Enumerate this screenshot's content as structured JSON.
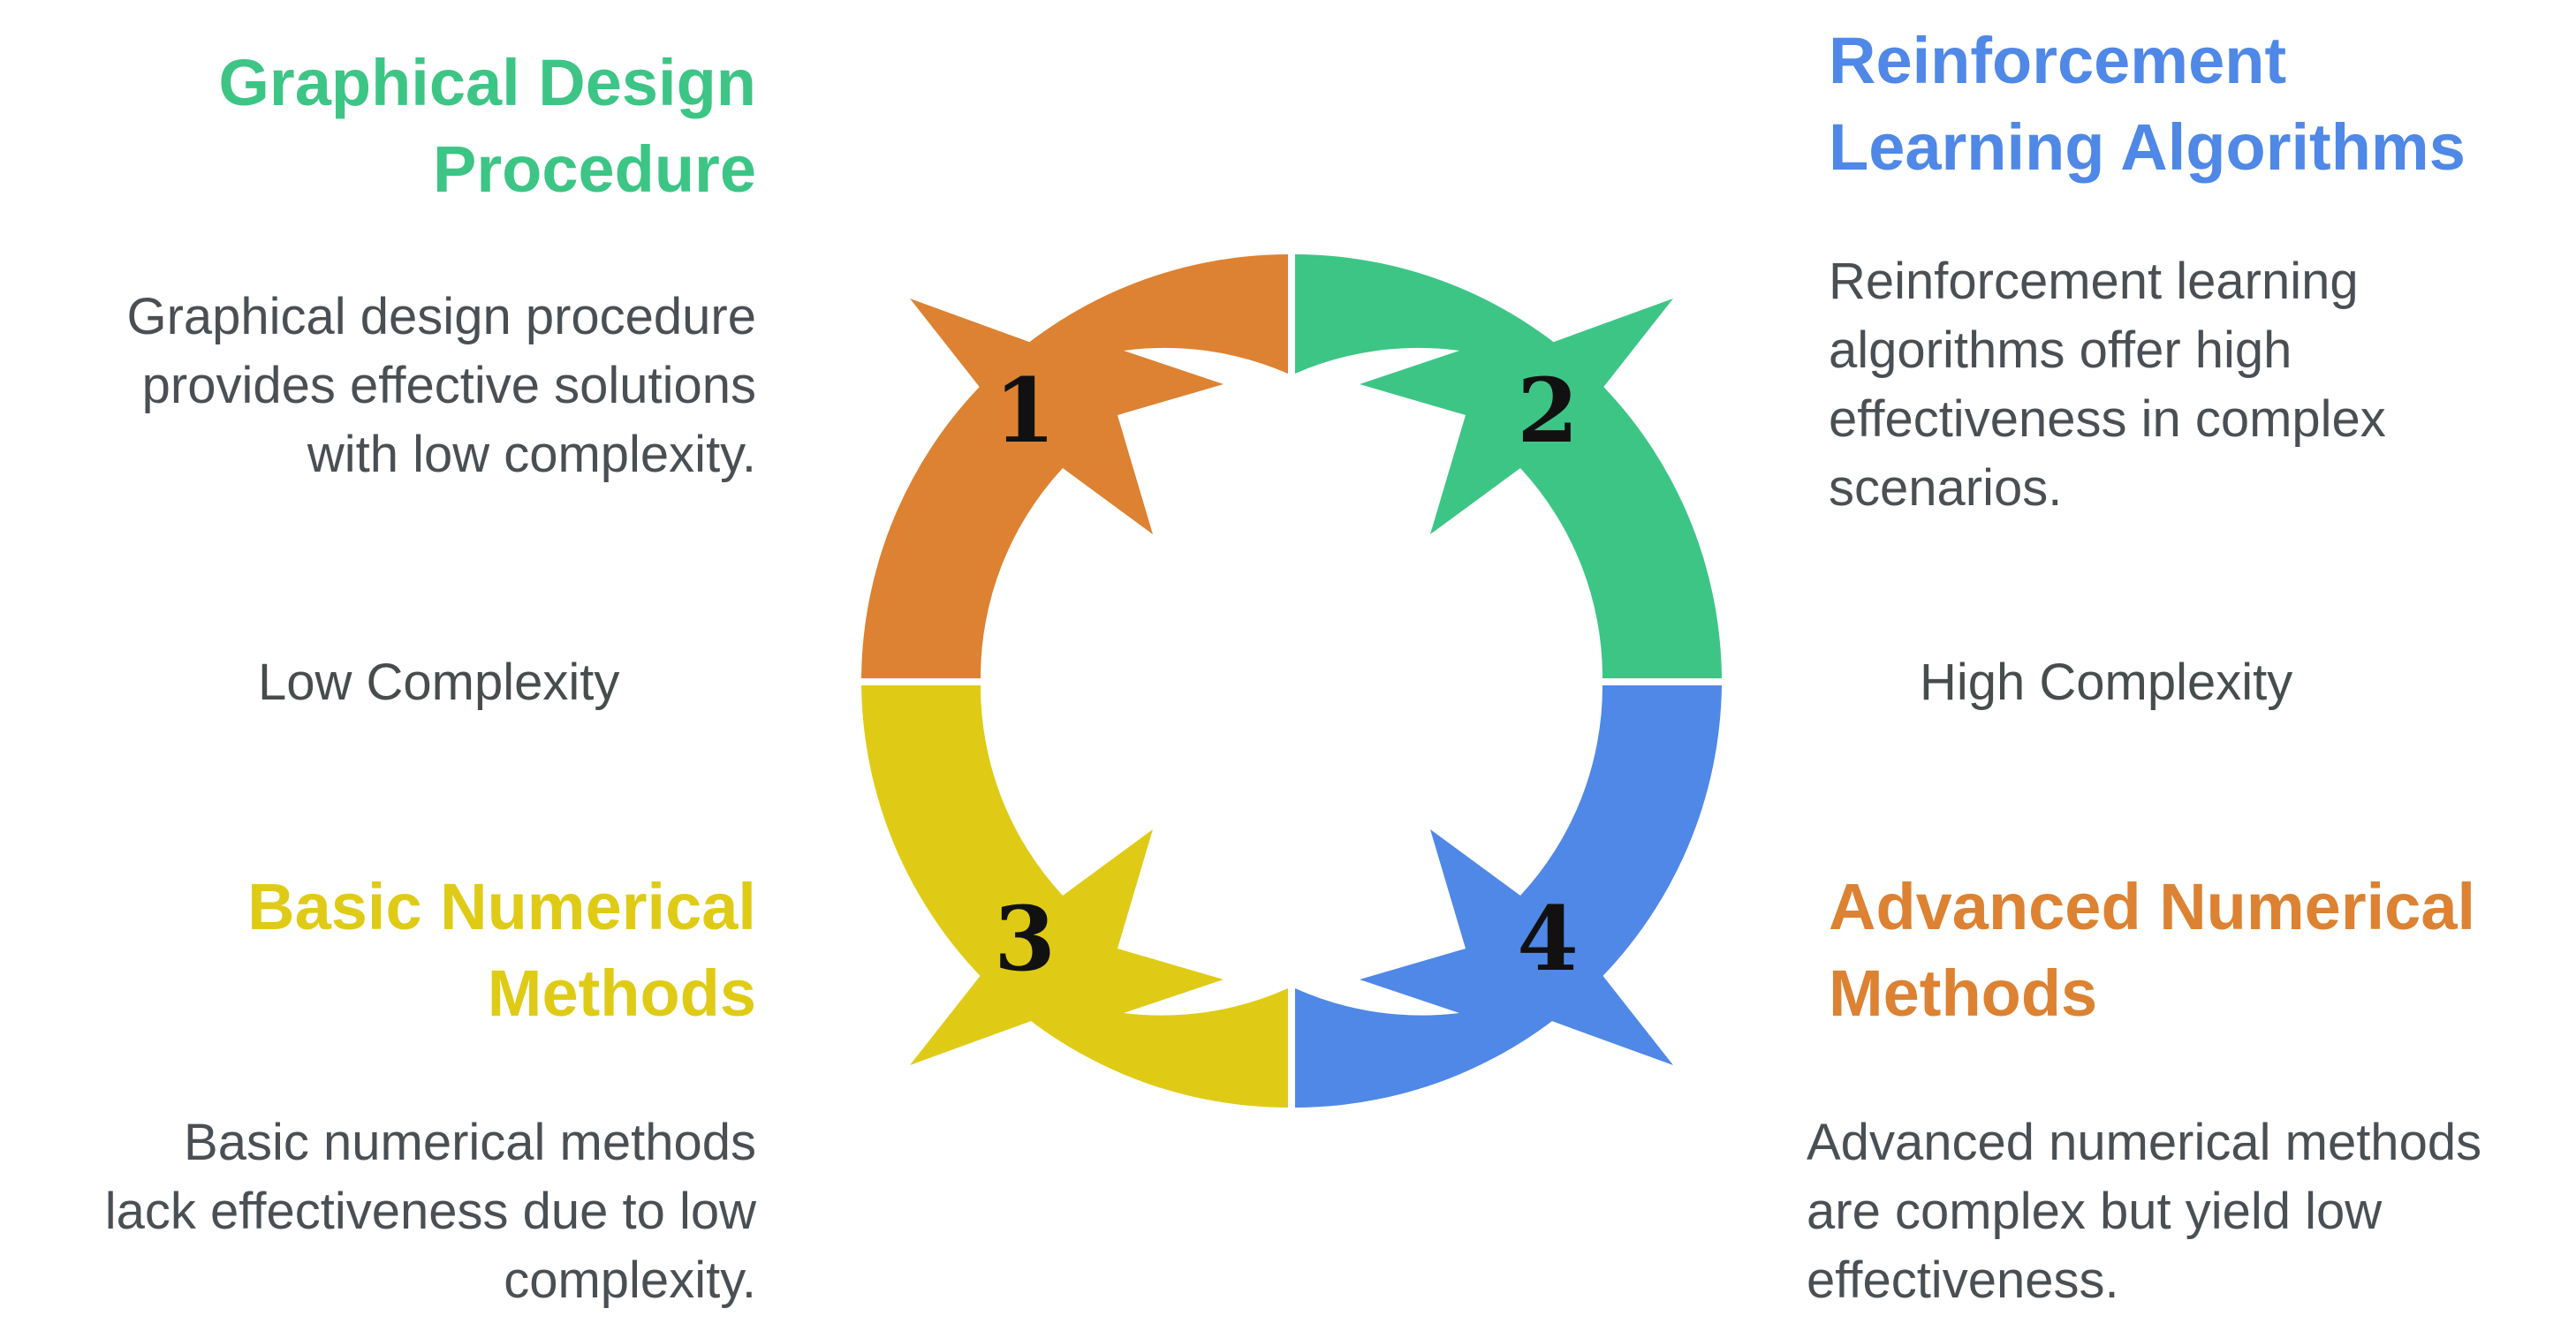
{
  "quadrants": [
    {
      "number": "1",
      "title": "Graphical Design\nProcedure",
      "description": "Graphical design procedure\nprovides effective solutions\nwith low complexity.",
      "color": "#DC8232"
    },
    {
      "number": "2",
      "title": "Reinforcement\nLearning Algorithms",
      "description": "Reinforcement learning\nalgorithms offer high\neffectiveness in complex\nscenarios.",
      "color": "#3DC586"
    },
    {
      "number": "3",
      "title": "Basic Numerical\nMethods",
      "description": "Basic numerical methods\nlack effectiveness due to low\ncomplexity.",
      "color": "#DFCB16"
    },
    {
      "number": "4",
      "title": "Advanced Numerical\nMethods",
      "description": "Advanced numerical methods\nare complex but yield low\neffectiveness.",
      "color": "#4F88E6"
    }
  ],
  "axis": {
    "left_label": "Low Complexity",
    "right_label": "High Complexity"
  },
  "text_colors": {
    "description": "#4a4f54",
    "axis": "#474c4d"
  }
}
